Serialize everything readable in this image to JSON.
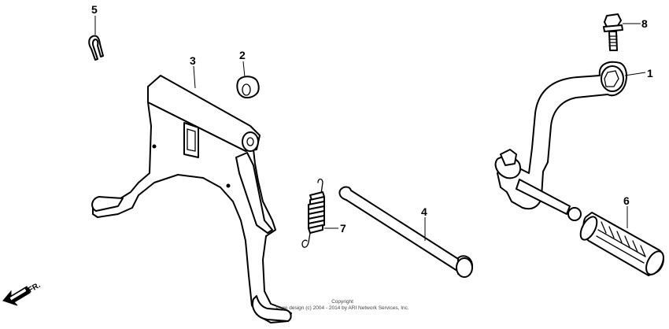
{
  "callouts": [
    "5",
    "2",
    "3",
    "8",
    "1",
    "7",
    "4",
    "6"
  ],
  "direction_label": "FR.",
  "copyright": {
    "line1": "Copyright",
    "line2": "Page design (c) 2004 - 2014 by ARI Network Services, Inc."
  }
}
